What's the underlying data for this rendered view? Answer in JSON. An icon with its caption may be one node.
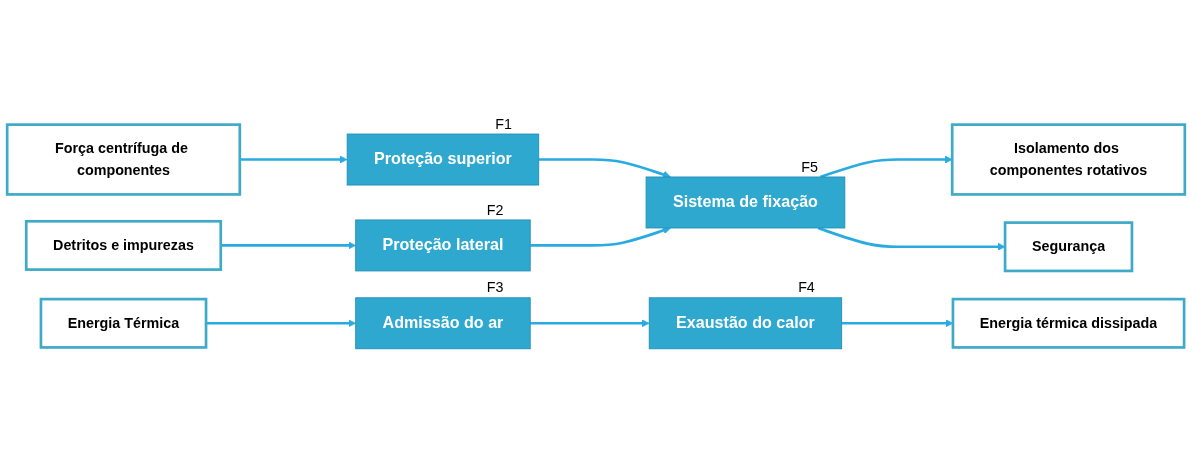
{
  "diagram": {
    "nodes": [
      {
        "text": [
          "Força centrífuga de componentes"
        ]
      },
      {
        "text": [
          "Proteção superior"
        ],
        "beside": [
          "F1"
        ]
      },
      {
        "text": [
          "Detritos e impurezas"
        ]
      },
      {
        "text": [
          "Proteção lateral"
        ],
        "beside": [
          "F2"
        ]
      },
      {
        "text": [
          "Energia Térmica"
        ]
      },
      {
        "text": [
          "Admissão do ar"
        ],
        "beside": [
          "F3"
        ]
      },
      {
        "text": [
          "Sistema de fixação"
        ],
        "beside": [
          "F5"
        ]
      },
      {
        "text": [
          "Isolamento dos componentes rotativos"
        ]
      },
      {
        "text": [
          "Segurança"
        ]
      },
      {
        "text": [
          "Exaustão do calor"
        ],
        "beside": [
          "F4"
        ]
      },
      {
        "text": [
          "Energia térmica dissipada"
        ]
      }
    ],
    "edges": [
      {
        "from": 0,
        "to": 1,
        "arrow": "to"
      },
      {
        "from": 2,
        "to": 3,
        "arrow": "to"
      },
      {
        "from": 4,
        "to": 5,
        "arrow": "to"
      },
      {
        "from": 1,
        "to": 6,
        "arrow": "to"
      },
      {
        "from": 3,
        "to": 6,
        "arrow": "to"
      },
      {
        "from": 5,
        "to": 9,
        "arrow": "to"
      },
      {
        "from": 6,
        "to": 7,
        "arrow": "to"
      },
      {
        "from": 6,
        "to": 8,
        "arrow": "to"
      },
      {
        "from": 9,
        "to": 10,
        "arrow": "to"
      }
    ]
  }
}
